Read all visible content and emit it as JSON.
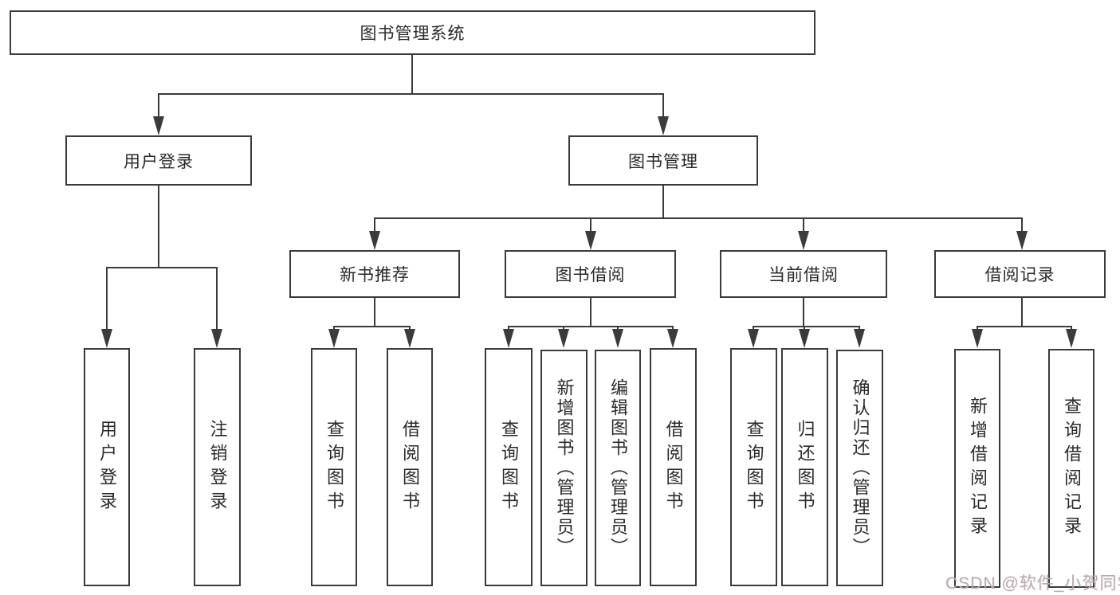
{
  "diagram_title": "图书管理系统",
  "nodes": {
    "root": {
      "label": "图书管理系统"
    },
    "level2": {
      "user_login": {
        "label": "用户登录"
      },
      "book_management": {
        "label": "图书管理"
      }
    },
    "level3": {
      "new_book_recommend": {
        "label": "新书推荐"
      },
      "book_borrow": {
        "label": "图书借阅"
      },
      "current_borrow": {
        "label": "当前借阅"
      },
      "borrow_records": {
        "label": "借阅记录"
      }
    },
    "leaves": {
      "user_login": {
        "label": "用户登录"
      },
      "logout": {
        "label": "注销登录"
      },
      "recommend_query_book": {
        "label": "查询图书"
      },
      "recommend_borrow_book": {
        "label": "借阅图书"
      },
      "borrow_query_book": {
        "label": "查询图书"
      },
      "add_book_admin": {
        "label": "新增图书（管理员）"
      },
      "edit_book_admin": {
        "label": "编辑图书（管理员）"
      },
      "borrow_borrow_book": {
        "label": "借阅图书"
      },
      "current_query_book": {
        "label": "查询图书"
      },
      "return_book": {
        "label": "归还图书"
      },
      "confirm_return_admin": {
        "label": "确认归还（管理员）"
      },
      "add_borrow_record": {
        "label": "新增借阅记录"
      },
      "query_borrow_record": {
        "label": "查询借阅记录"
      }
    }
  },
  "watermark": {
    "text": "CSDN @软件_小贺同学"
  },
  "colors": {
    "line": "#3b3b3b",
    "text": "#2a2a2a",
    "background": "#ffffff",
    "watermark": "#b0aeae"
  }
}
